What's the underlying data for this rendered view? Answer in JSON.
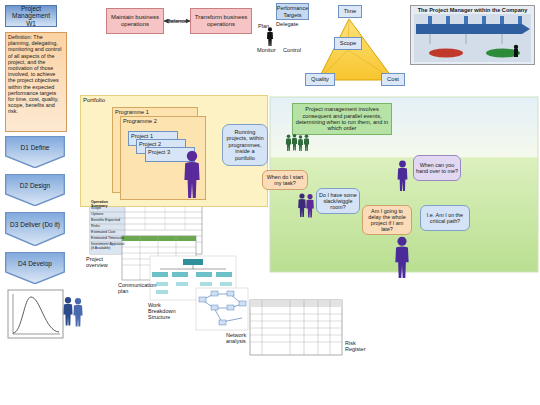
{
  "diagram": {
    "nodes": [
      {
        "text": [
          "Project Management W1"
        ]
      },
      {
        "text": [
          "Definition: The planning, delegating, monitoring and control of all aspects of the project, and the motivation of those involved, to achieve the project objectives within the expected performance targets for time, cost, quality, scope, benefits and risk."
        ]
      },
      {
        "text": [
          "D1 Define"
        ]
      },
      {
        "text": [
          "D2 Design"
        ]
      },
      {
        "text": [
          "D3 Deliver (Do it)"
        ]
      },
      {
        "text": [
          "D4 Develop"
        ]
      },
      {
        "text": [
          "Maintain business operations"
        ]
      },
      {
        "text": [
          "Transform business operations"
        ]
      },
      {
        "text": [
          "Performance Targets"
        ]
      },
      {
        "text": [
          "Time"
        ]
      },
      {
        "text": [
          "Scope"
        ]
      },
      {
        "text": [
          "Quality"
        ]
      },
      {
        "text": [
          "Cost"
        ]
      },
      {
        "text": [
          "The Project Manager within the Company"
        ]
      },
      {
        "text": [
          "Portfolio"
        ]
      },
      {
        "text": [
          "Programme 1"
        ],
        "in": 14
      },
      {
        "text": [
          "Programme 2"
        ],
        "in": 14
      },
      {
        "text": [
          "Project 1"
        ],
        "in": 16
      },
      {
        "text": [
          "Project 2"
        ],
        "in": 16
      },
      {
        "text": [
          "Project 3"
        ],
        "in": 16
      },
      {
        "text": [
          "Running projects, within programmes, inside a portfolio"
        ],
        "in": 14
      },
      {
        "text": [
          "Project management involves consequent and parallel events, determining when to run them, and in which order"
        ]
      },
      {
        "text": [
          "When do I start my task?"
        ]
      },
      {
        "text": [
          "Do I have some slack/wiggle room?"
        ]
      },
      {
        "text": [
          "When can you hand over to me?"
        ]
      },
      {
        "text": [
          "Am I going to delay the whole project if I am late?"
        ]
      },
      {
        "text": [
          "I.e. Am I on the critical path?"
        ]
      }
    ],
    "edges": [
      {
        "from": 6,
        "to": 7,
        "label": "Balance",
        "arrow": "both"
      }
    ],
    "labels": [
      "Plan",
      "Delegate",
      "Monitor",
      "Control",
      "Operation Summary",
      "Scope",
      "Options",
      "Benefits Expected",
      "Risks",
      "Estimated Cost",
      "Estimated Timescale",
      "Investment Appraisal (if Available)",
      "Project overview",
      "Communication plan",
      "Work Breakdown Structure",
      "Network analysis",
      "Risk Register"
    ]
  }
}
